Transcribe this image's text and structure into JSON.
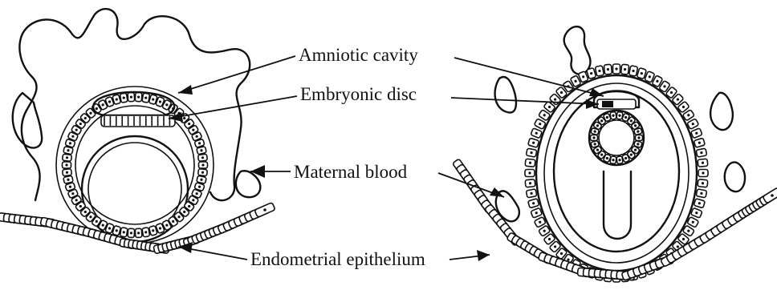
{
  "labels": {
    "amniotic_cavity": "Amniotic cavity",
    "embryonic_disc": "Embryonic disc",
    "maternal_blood": "Maternal blood",
    "endometrial_epithelium": "Endometrial epithelium"
  }
}
